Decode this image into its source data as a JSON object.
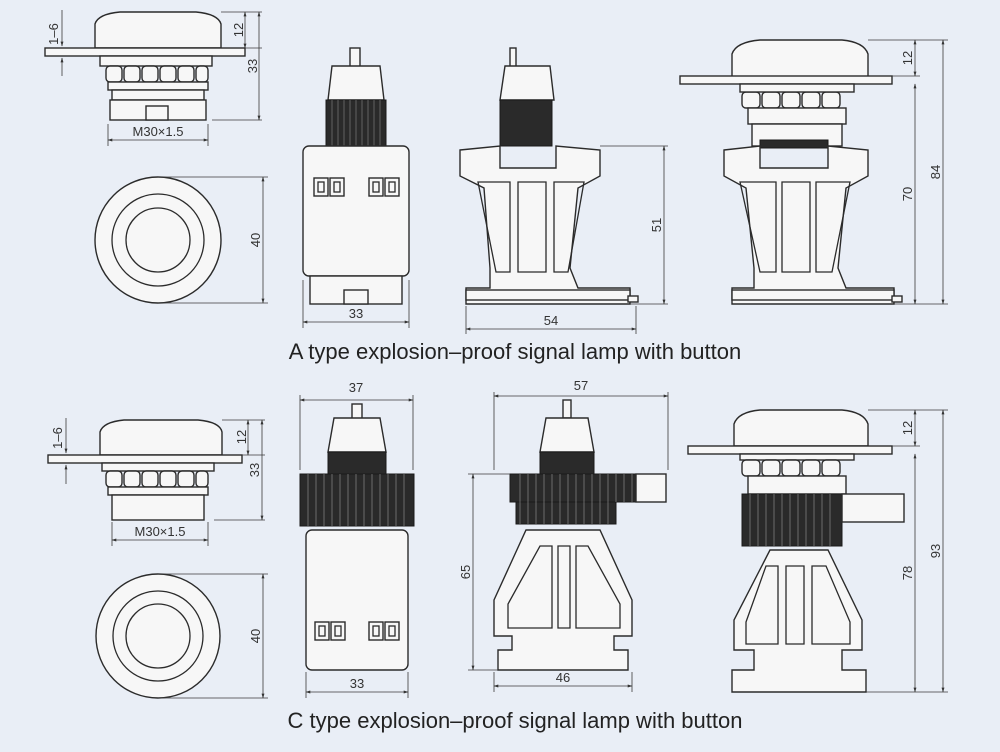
{
  "captions": {
    "a_type": "A type explosion–proof signal lamp with button",
    "c_type": "C type explosion–proof signal lamp with button"
  },
  "a_type": {
    "head_side": {
      "gap": "1–6",
      "cap_height": "12",
      "total_height": "33",
      "thread": "M30×1.5"
    },
    "head_front": {
      "diameter": "40"
    },
    "front_view": {
      "width": "33"
    },
    "side_view": {
      "height": "51",
      "width": "54"
    },
    "assembly": {
      "cap_height": "12",
      "mount_height": "70",
      "total_height": "84"
    }
  },
  "c_type": {
    "head_side": {
      "gap": "1–6",
      "cap_height": "12",
      "total_height": "33",
      "thread": "M30×1.5"
    },
    "head_front": {
      "diameter": "40"
    },
    "front_view": {
      "top_width": "37",
      "width": "33"
    },
    "side_view": {
      "top_width": "57",
      "height": "65",
      "base_width": "46"
    },
    "assembly": {
      "cap_height": "12",
      "mount_height": "78",
      "total_height": "93"
    }
  },
  "colors": {
    "background": "#e9eef6",
    "line": "#2b2b2b",
    "dark_part": "#2a2a2a"
  }
}
